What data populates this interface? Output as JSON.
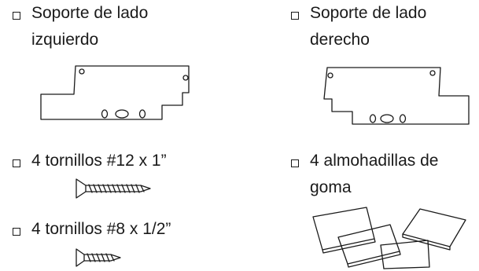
{
  "items": [
    {
      "line1": "Soporte de lado",
      "line2": "izquierdo",
      "icon": "left-bracket-icon"
    },
    {
      "line1": "Soporte de lado",
      "line2": "derecho",
      "icon": "right-bracket-icon"
    },
    {
      "line1": "4 tornillos #12 x 1”",
      "icon": "long-screw-icon"
    },
    {
      "line1": "4 almohadillas de",
      "line2": "goma",
      "icon": "rubber-pads-icon"
    },
    {
      "line1": "4 tornillos #8 x 1/2”",
      "icon": "short-screw-icon"
    }
  ]
}
